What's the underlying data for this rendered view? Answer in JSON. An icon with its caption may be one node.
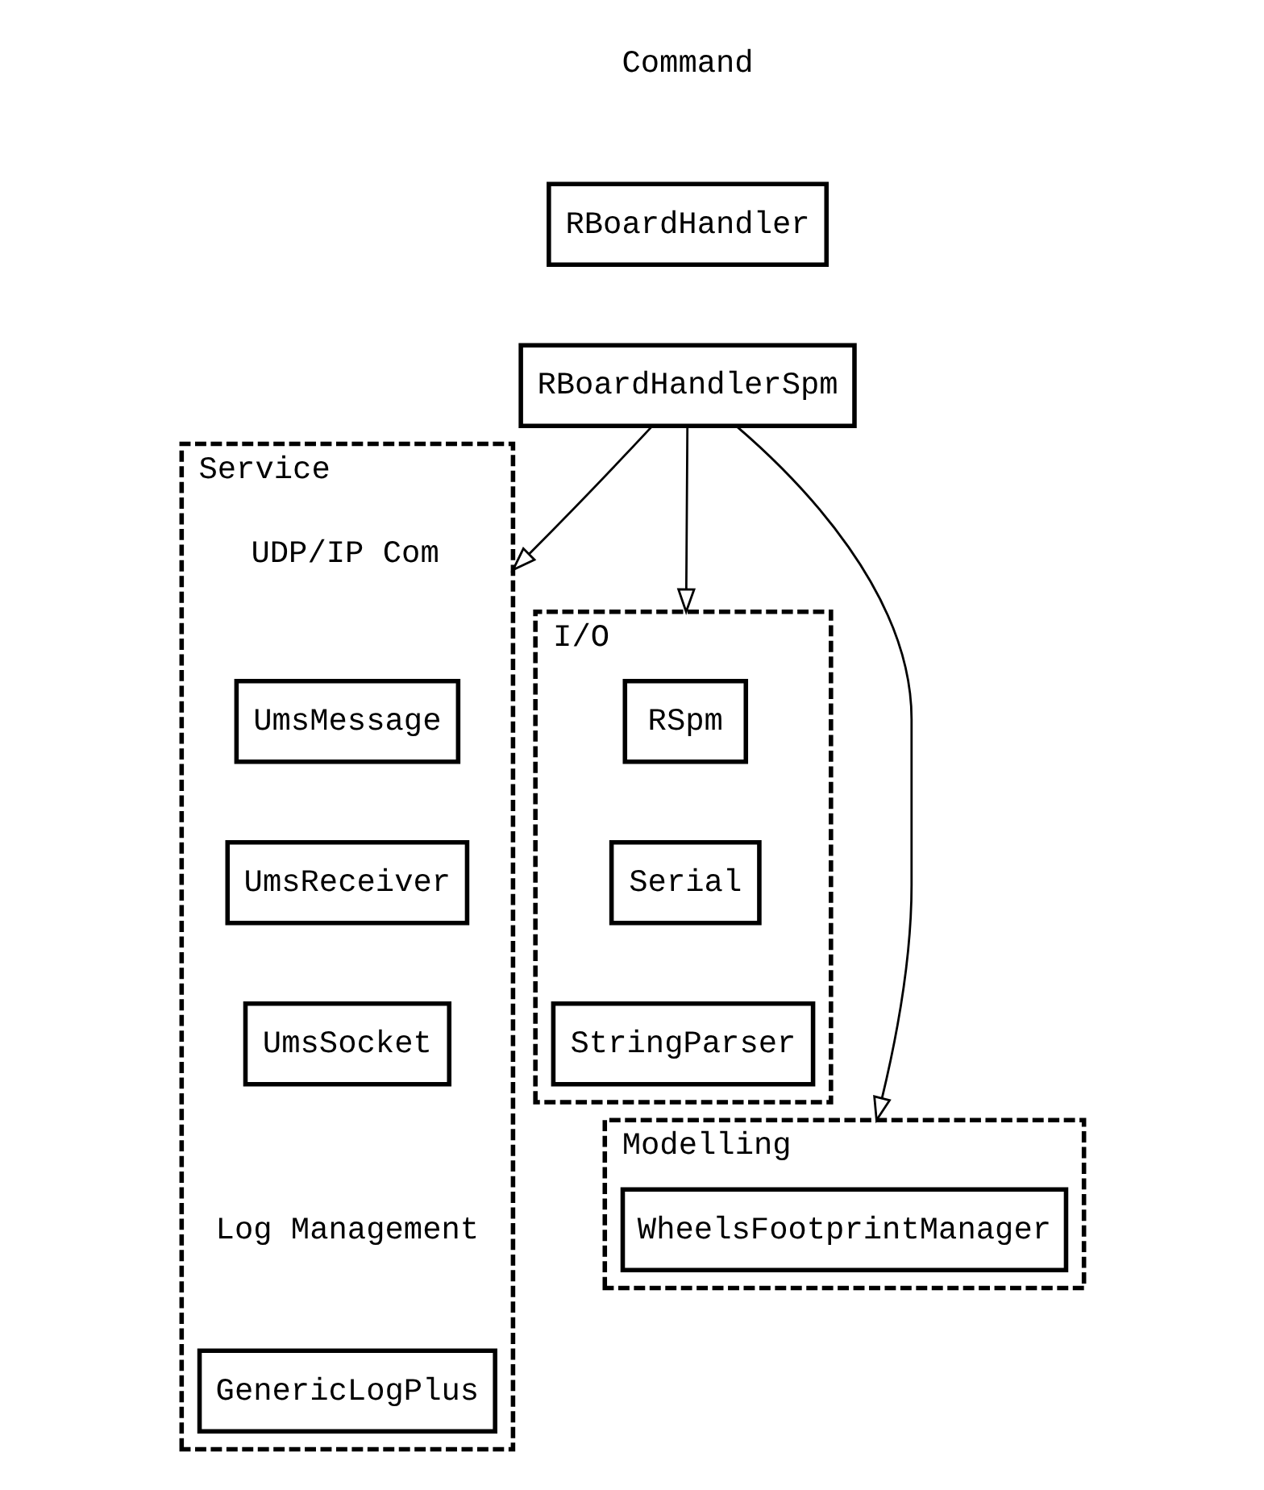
{
  "diagram": {
    "nodes": [
      {
        "text": [
          "RBoardHandler"
        ]
      },
      {
        "text": [
          "RBoardHandlerSpm"
        ]
      },
      {
        "text": [
          "I/O"
        ]
      },
      {
        "text": [
          "RSpm"
        ],
        "in": 2
      },
      {
        "text": [
          "Serial"
        ],
        "in": 2
      },
      {
        "text": [
          "StringParser"
        ],
        "in": 2
      },
      {
        "text": [
          "Service"
        ]
      },
      {
        "text": [
          "UmsMessage"
        ],
        "in": 6
      },
      {
        "text": [
          "UmsReceiver"
        ],
        "in": 6
      },
      {
        "text": [
          "UmsSocket"
        ],
        "in": 6
      },
      {
        "text": [
          "GenericLogPlus"
        ],
        "in": 6
      },
      {
        "text": [
          "Modelling"
        ]
      },
      {
        "text": [
          "WheelsFootprintManager"
        ],
        "in": 11
      }
    ],
    "edges": [
      {
        "from": 1,
        "to": 2,
        "arrow": "to"
      },
      {
        "from": 1,
        "to": 11,
        "arrow": "to"
      },
      {
        "from": 1,
        "to": 6,
        "arrow": "to"
      }
    ],
    "labels": [
      "Command",
      "UDP/IP Com",
      "Log Management"
    ]
  }
}
